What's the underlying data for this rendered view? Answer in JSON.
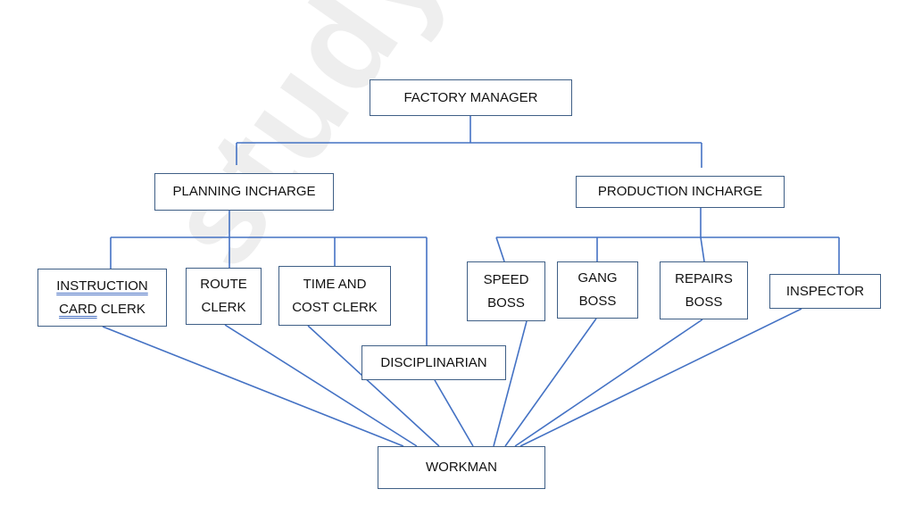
{
  "watermark": "studymat",
  "colors": {
    "line": "#4472c4",
    "box_border": "#3f5f86",
    "text": "#111111",
    "watermark": "#eeeeee"
  },
  "nodes": {
    "factory_manager": "FACTORY MANAGER",
    "planning_incharge": "PLANNING INCHARGE",
    "production_incharge": "PRODUCTION INCHARGE",
    "instruction_card_clerk": {
      "word1": "INSTRUCTION",
      "word2": "CARD",
      "word3": "CLERK"
    },
    "route_clerk": [
      "ROUTE",
      "CLERK"
    ],
    "time_cost_clerk": [
      "TIME AND",
      "COST CLERK"
    ],
    "disciplinarian": "DISCIPLINARIAN",
    "speed_boss": [
      "SPEED",
      "BOSS"
    ],
    "gang_boss": [
      "GANG",
      "BOSS"
    ],
    "repairs_boss": [
      "REPAIRS",
      "BOSS"
    ],
    "inspector": "INSPECTOR",
    "workman": "WORKMAN"
  }
}
